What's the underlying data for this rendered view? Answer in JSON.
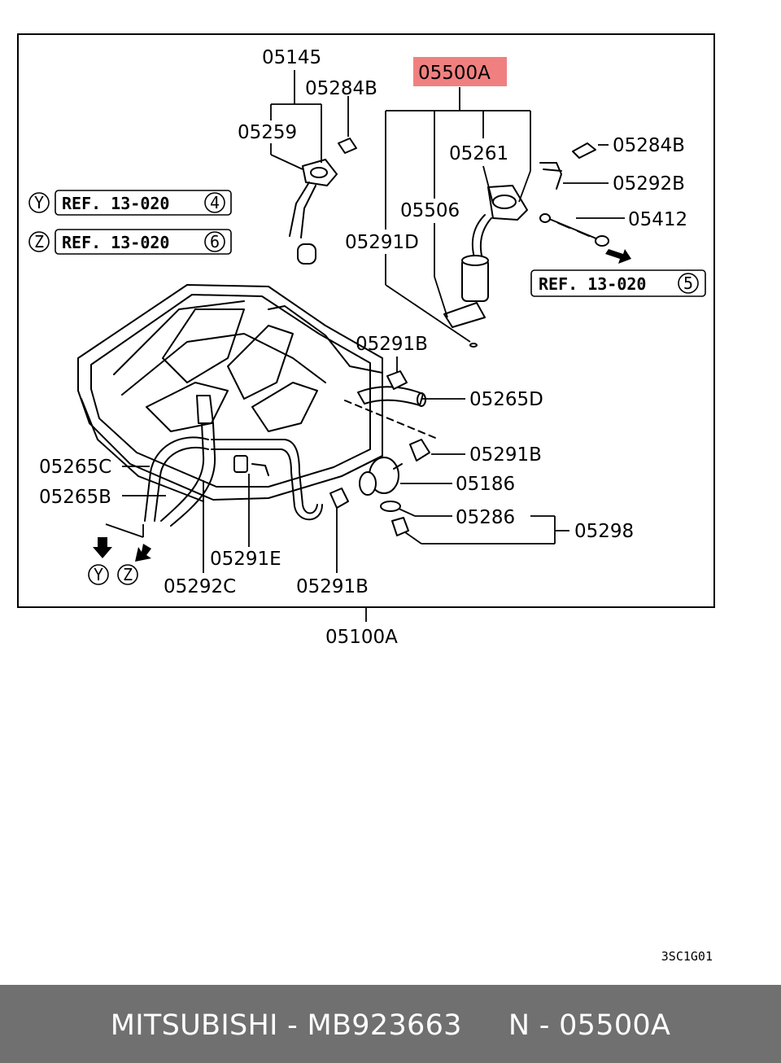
{
  "diagram": {
    "labels": {
      "l05145": "05145",
      "l05284b_1": "05284B",
      "l05259": "05259",
      "l05500a": "05500A",
      "l05261": "05261",
      "l05506": "05506",
      "l05291d": "05291D",
      "l05284b_2": "05284B",
      "l05292b": "05292B",
      "l05412": "05412",
      "l05291b_1": "05291B",
      "l05265d": "05265D",
      "l05291b_2": "05291B",
      "l05186": "05186",
      "l05286": "05286",
      "l05298": "05298",
      "l05265c": "05265C",
      "l05265b": "05265B",
      "l05291e": "05291E",
      "l05292c": "05292C",
      "l05291b_3": "05291B",
      "l05100a": "05100A"
    },
    "refs": {
      "y": {
        "marker": "Y",
        "text": "REF. 13-020",
        "num": "4"
      },
      "z": {
        "marker": "Z",
        "text": "REF. 13-020",
        "num": "6"
      },
      "five": {
        "text": "REF. 13-020",
        "num": "5"
      }
    },
    "bottom_markers": {
      "y": "Y",
      "z": "Z"
    },
    "drawing_code": "3SC1G01",
    "highlight_color": "#f08080"
  },
  "footer": {
    "text": "MITSUBISHI - MB923663     N - 05500A",
    "bg_color": "#707070"
  }
}
